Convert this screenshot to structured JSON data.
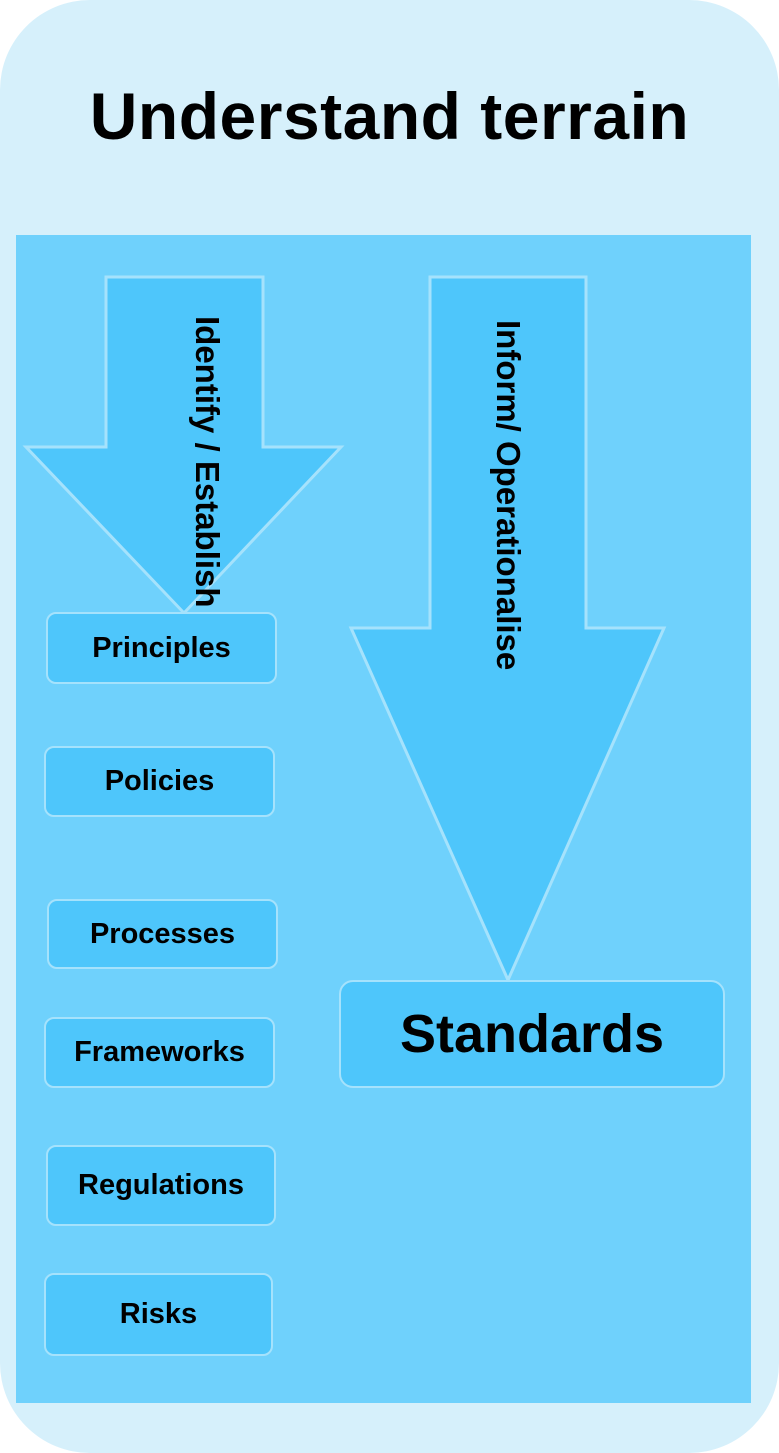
{
  "title": "Understand terrain",
  "arrows": {
    "left_label": "Identify / Establish",
    "right_label": "Inform/ Operationalise"
  },
  "items": [
    {
      "label": "Principles"
    },
    {
      "label": "Policies"
    },
    {
      "label": "Processes"
    },
    {
      "label": "Frameworks"
    },
    {
      "label": "Regulations"
    },
    {
      "label": "Risks"
    }
  ],
  "outcome": {
    "label": "Standards"
  },
  "colors": {
    "outer_panel": "#d6f0fb",
    "inner_panel": "#6fd1fc",
    "shape_fill": "#4ec6fb",
    "shape_outline": "#a5e2fc"
  }
}
